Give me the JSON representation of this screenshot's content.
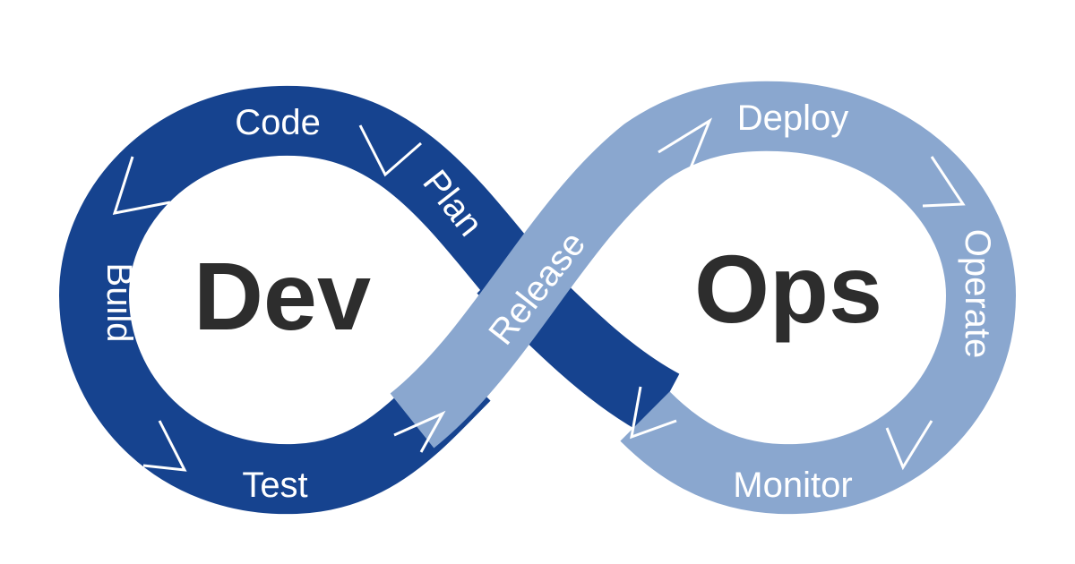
{
  "diagram": {
    "left_word": "Dev",
    "right_word": "Ops",
    "stages": {
      "plan": "Plan",
      "code": "Code",
      "build": "Build",
      "test": "Test",
      "release": "Release",
      "deploy": "Deploy",
      "operate": "Operate",
      "monitor": "Monitor"
    },
    "colors": {
      "dev_loop": "#16438f",
      "ops_loop": "#8aa7cf",
      "text_dark": "#2d2d2d",
      "label_text": "#ffffff",
      "background": "#ffffff"
    }
  }
}
